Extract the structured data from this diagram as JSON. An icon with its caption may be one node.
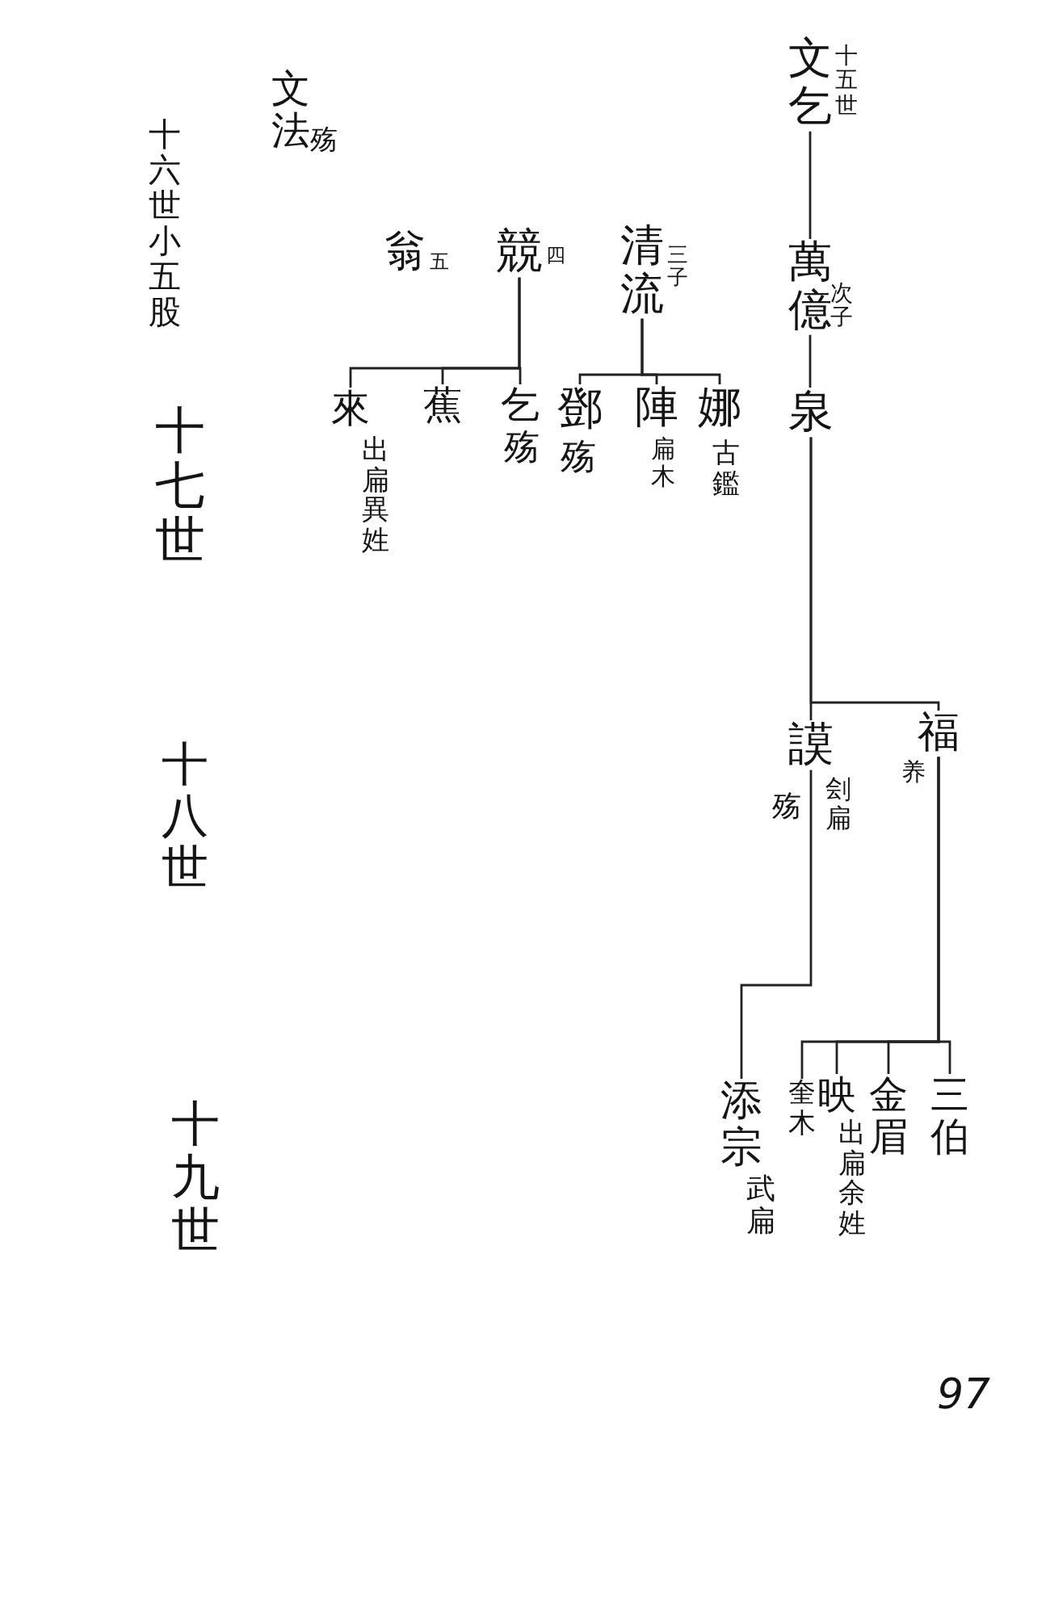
{
  "diagram": {
    "nodes": [
      {
        "text": [
          "文乞"
        ],
        "beside": [
          "十五世"
        ]
      },
      {
        "text": [
          "萬億"
        ],
        "beside": [
          "次子"
        ]
      },
      {
        "text": [
          "泉"
        ]
      },
      {
        "text": [
          "清流"
        ],
        "beside": [
          "三子"
        ]
      },
      {
        "text": [
          "競"
        ],
        "beside": [
          "四"
        ]
      },
      {
        "text": [
          "翁"
        ],
        "beside": [
          "五"
        ]
      },
      {
        "text": [
          "文法"
        ],
        "beside": [
          "殇"
        ]
      },
      {
        "text": [
          "娜"
        ],
        "beside": [
          "古鑑"
        ]
      },
      {
        "text": [
          "陣"
        ],
        "beside": [
          "扁木"
        ]
      },
      {
        "text": [
          "鄧"
        ],
        "beside": [
          "殇"
        ]
      },
      {
        "text": [
          "乞"
        ],
        "beside": [
          "殇"
        ]
      },
      {
        "text": [
          "蕉"
        ]
      },
      {
        "text": [
          "來"
        ],
        "beside": [
          "出扁異姓"
        ]
      },
      {
        "text": [
          "福"
        ],
        "beside": [
          "养"
        ]
      },
      {
        "text": [
          "謨"
        ],
        "beside": [
          "刽扁",
          "殇"
        ]
      },
      {
        "text": [
          "三伯"
        ]
      },
      {
        "text": [
          "金眉"
        ]
      },
      {
        "text": [
          "映"
        ],
        "beside": [
          "出扁余姓"
        ]
      },
      {
        "text": [
          "奎木"
        ]
      },
      {
        "text": [
          "添宗"
        ],
        "beside": [
          "武扁"
        ]
      }
    ],
    "edges": [
      {
        "from": 0,
        "to": 1,
        "arrow": "none"
      },
      {
        "from": 1,
        "to": 2,
        "arrow": "none"
      },
      {
        "from": 2,
        "to": 13,
        "arrow": "none"
      },
      {
        "from": 2,
        "to": 14,
        "arrow": "none"
      },
      {
        "from": 3,
        "to": 7,
        "arrow": "none"
      },
      {
        "from": 3,
        "to": 8,
        "arrow": "none"
      },
      {
        "from": 3,
        "to": 9,
        "arrow": "none"
      },
      {
        "from": 4,
        "to": 10,
        "arrow": "none"
      },
      {
        "from": 4,
        "to": 11,
        "arrow": "none"
      },
      {
        "from": 4,
        "to": 12,
        "arrow": "none"
      },
      {
        "from": 13,
        "to": 15,
        "arrow": "none"
      },
      {
        "from": 13,
        "to": 16,
        "arrow": "none"
      },
      {
        "from": 13,
        "to": 17,
        "arrow": "none"
      },
      {
        "from": 13,
        "to": 18,
        "arrow": "none"
      },
      {
        "from": 14,
        "to": 19,
        "arrow": "none"
      }
    ],
    "labels": [
      "十六世小五股",
      "十七世",
      "十八世",
      "十九世",
      "97"
    ]
  }
}
